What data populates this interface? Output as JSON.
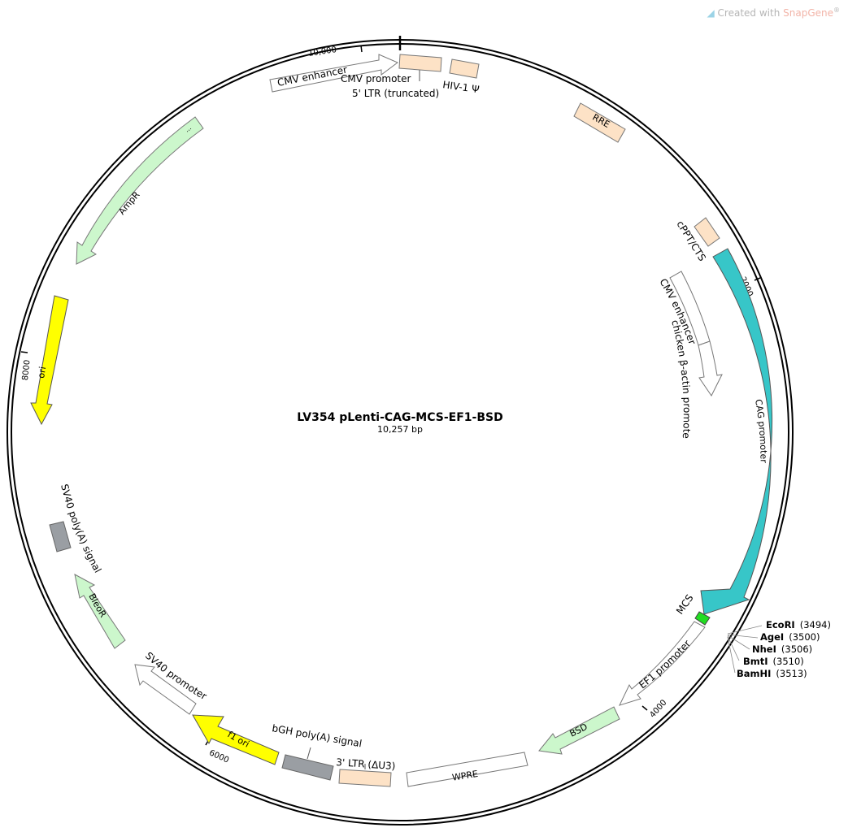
{
  "watermark": {
    "prefix": "Created with ",
    "brand": "SnapGene",
    "mark": "®"
  },
  "plasmid": {
    "name": "LV354 pLenti-CAG-MCS-EF1-BSD",
    "length_label": "10,257 bp"
  },
  "ticks": [
    "10,000",
    "2000",
    "4000",
    "6000",
    "8000"
  ],
  "features": [
    {
      "name": "CMV enhancer",
      "type": "arrow",
      "color": "#ffffff"
    },
    {
      "name": "CMV promoter",
      "type": "label"
    },
    {
      "name": "5' LTR (truncated)",
      "type": "box",
      "color": "#fde2c6"
    },
    {
      "name": "HIV-1 Ψ",
      "type": "box",
      "color": "#fde2c6"
    },
    {
      "name": "RRE",
      "type": "box",
      "color": "#fde2c6"
    },
    {
      "name": "cPPT/CTS",
      "type": "box",
      "color": "#fde2c6"
    },
    {
      "name": "CAG promoter",
      "type": "arrow",
      "color": "#37c6c8"
    },
    {
      "name": "CMV enhancer",
      "type": "arrow",
      "color": "#ffffff"
    },
    {
      "name": "chicken β-actin promoter",
      "type": "arrow",
      "color": "#ffffff"
    },
    {
      "name": "MCS",
      "type": "box",
      "color": "#22dd22"
    },
    {
      "name": "EF1 promoter",
      "type": "arrow",
      "color": "#ffffff"
    },
    {
      "name": "BSD",
      "type": "arrow",
      "color": "#ccf7cc"
    },
    {
      "name": "WPRE",
      "type": "box",
      "color": "#ffffff"
    },
    {
      "name": "3' LTR (ΔU3)",
      "type": "box",
      "color": "#fde2c6"
    },
    {
      "name": "bGH poly(A) signal",
      "type": "box",
      "color": "#9a9ea3"
    },
    {
      "name": "f1 ori",
      "type": "arrow",
      "color": "#ffff00"
    },
    {
      "name": "SV40 promoter",
      "type": "arrow",
      "color": "#ffffff"
    },
    {
      "name": "BleoR",
      "type": "arrow",
      "color": "#ccf7cc"
    },
    {
      "name": "SV40 poly(A) signal",
      "type": "box",
      "color": "#9a9ea3"
    },
    {
      "name": "ori",
      "type": "arrow",
      "color": "#ffff00"
    },
    {
      "name": "AmpR",
      "type": "arrow",
      "color": "#ccf7cc"
    }
  ],
  "sites": [
    {
      "name": "EcoRI",
      "pos": "(3494)"
    },
    {
      "name": "AgeI",
      "pos": "(3500)"
    },
    {
      "name": "NheI",
      "pos": "(3506)"
    },
    {
      "name": "BmtI",
      "pos": "(3510)"
    },
    {
      "name": "BamHI",
      "pos": "(3513)"
    }
  ]
}
